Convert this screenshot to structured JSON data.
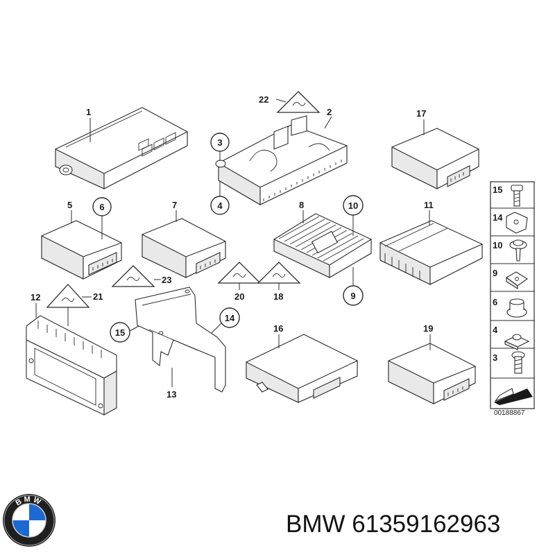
{
  "diagram": {
    "part_numbers": {
      "p1": "1",
      "p2": "2",
      "p3": "3",
      "p4": "4",
      "p5": "5",
      "p6": "6",
      "p7": "7",
      "p8": "8",
      "p9": "9",
      "p10": "10",
      "p11": "11",
      "p12": "12",
      "p13": "13",
      "p14": "14",
      "p15": "15",
      "p16": "16",
      "p17": "17",
      "p18": "18",
      "p19": "19",
      "p20": "20",
      "p21": "21",
      "p22": "22",
      "p23": "23"
    },
    "side_panel": [
      "15",
      "14",
      "10",
      "9",
      "6",
      "4",
      "3"
    ],
    "reference_code": "00188867"
  },
  "footer": {
    "logo_letters": "BMW",
    "brand": "BMW",
    "part_number": "61359162963"
  },
  "colors": {
    "line": "#2a2a2a",
    "background": "#ffffff",
    "logo_blue": "#1c69d4"
  }
}
